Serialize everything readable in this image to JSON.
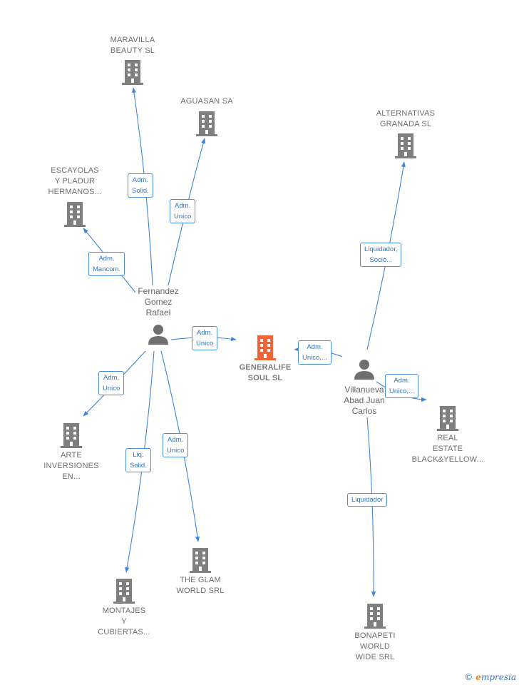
{
  "companies": {
    "maravilla": {
      "lines": [
        "MARAVILLA",
        "BEAUTY  SL"
      ]
    },
    "aguasan": {
      "lines": [
        "AGUASAN SA"
      ]
    },
    "escayolas": {
      "lines": [
        "ESCAYOLAS",
        "Y PLADUR",
        "HERMANOS..."
      ]
    },
    "alternativas": {
      "lines": [
        "ALTERNATIVAS",
        "GRANADA SL"
      ]
    },
    "generalife": {
      "lines": [
        "GENERALIFE",
        "SOUL  SL"
      ]
    },
    "arte": {
      "lines": [
        "ARTE",
        "INVERSIONES",
        "EN..."
      ]
    },
    "real_estate": {
      "lines": [
        "REAL",
        "ESTATE",
        "BLACK&YELLOW..."
      ]
    },
    "glam": {
      "lines": [
        "THE GLAM",
        "WORLD SRL"
      ]
    },
    "montajes": {
      "lines": [
        "MONTAJES",
        "Y",
        "CUBIERTAS..."
      ]
    },
    "bonapeti": {
      "lines": [
        "BONAPETI",
        "WORLD",
        "WIDE SRL"
      ]
    }
  },
  "persons": {
    "fernandez": {
      "lines": [
        "Fernandez",
        "Gomez",
        "Rafael"
      ]
    },
    "villanueva": {
      "lines": [
        "Villanueva",
        "Abad Juan",
        "Carlos"
      ]
    }
  },
  "relations": {
    "adm_solid": {
      "lines": [
        "Adm.",
        "Solid."
      ]
    },
    "adm_unico_aguasan": {
      "lines": [
        "Adm.",
        "Unico"
      ]
    },
    "adm_mancom": {
      "lines": [
        "Adm.",
        "Mancom."
      ]
    },
    "adm_unico_generalife": {
      "lines": [
        "Adm.",
        "Unico"
      ]
    },
    "adm_unico_arte": {
      "lines": [
        "Adm.",
        "Unico"
      ]
    },
    "liq_solid": {
      "lines": [
        "Liq.",
        "Solid."
      ]
    },
    "adm_unico_glam": {
      "lines": [
        "Adm.",
        "Unico"
      ]
    },
    "liquidador_socio": {
      "lines": [
        "Liquidador,",
        "Socio..."
      ]
    },
    "adm_unico_v_generalife": {
      "lines": [
        "Adm.",
        "Unico,..."
      ]
    },
    "adm_unico_v_real": {
      "lines": [
        "Adm.",
        "Unico,..."
      ]
    },
    "liquidador": {
      "lines": [
        "Liquidador"
      ]
    }
  },
  "colors": {
    "edge": "#3d85d8",
    "building": "#7f7f7f",
    "building_main": "#f0643a",
    "person": "#6f6f6f"
  },
  "watermark": {
    "copyright": "©",
    "brand_first": "e",
    "brand_rest": "mpresia"
  }
}
